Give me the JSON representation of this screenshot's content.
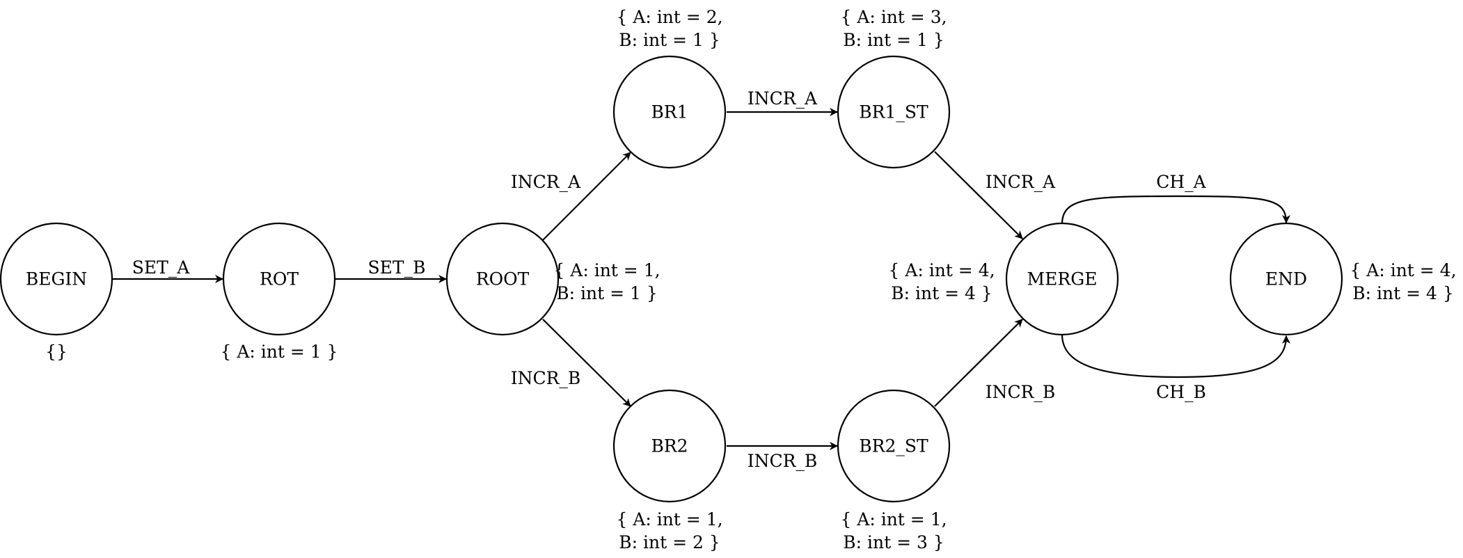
{
  "nodes": [
    {
      "id": "begin",
      "label": "BEGIN",
      "state": [
        "{}"
      ]
    },
    {
      "id": "rot",
      "label": "ROT",
      "state": [
        "{ A: int = 1 }"
      ]
    },
    {
      "id": "root",
      "label": "ROOT",
      "state": [
        "{ A: int = 1,",
        "B: int = 1 }"
      ]
    },
    {
      "id": "br1",
      "label": "BR1",
      "state": [
        "{ A: int = 2,",
        "B: int = 1 }"
      ]
    },
    {
      "id": "br1_st",
      "label": "BR1_ST",
      "state": [
        "{ A: int = 3,",
        "B: int = 1 }"
      ]
    },
    {
      "id": "br2",
      "label": "BR2",
      "state": [
        "{ A: int = 1,",
        "B: int = 2 }"
      ]
    },
    {
      "id": "br2_st",
      "label": "BR2_ST",
      "state": [
        "{ A: int = 1,",
        "B: int = 3 }"
      ]
    },
    {
      "id": "merge",
      "label": "MERGE",
      "state": [
        "{ A: int = 4,",
        "B: int = 4 }"
      ]
    },
    {
      "id": "end",
      "label": "END",
      "state": [
        "{ A: int = 4,",
        "B: int = 4 }"
      ]
    }
  ],
  "edges": [
    {
      "id": "begin-rot",
      "from": "begin",
      "to": "rot",
      "label": "SET_A"
    },
    {
      "id": "rot-root",
      "from": "rot",
      "to": "root",
      "label": "SET_B"
    },
    {
      "id": "root-br1",
      "from": "root",
      "to": "br1",
      "label": "INCR_A"
    },
    {
      "id": "root-br2",
      "from": "root",
      "to": "br2",
      "label": "INCR_B"
    },
    {
      "id": "br1-br1st",
      "from": "br1",
      "to": "br1_st",
      "label": "INCR_A"
    },
    {
      "id": "br2-br2st",
      "from": "br2",
      "to": "br2_st",
      "label": "INCR_B"
    },
    {
      "id": "br1st-merge",
      "from": "br1_st",
      "to": "merge",
      "label": "INCR_A"
    },
    {
      "id": "br2st-merge",
      "from": "br2_st",
      "to": "merge",
      "label": "INCR_B"
    },
    {
      "id": "merge-end-a",
      "from": "merge",
      "to": "end",
      "label": "CH_A"
    },
    {
      "id": "merge-end-b",
      "from": "merge",
      "to": "end",
      "label": "CH_B"
    }
  ]
}
